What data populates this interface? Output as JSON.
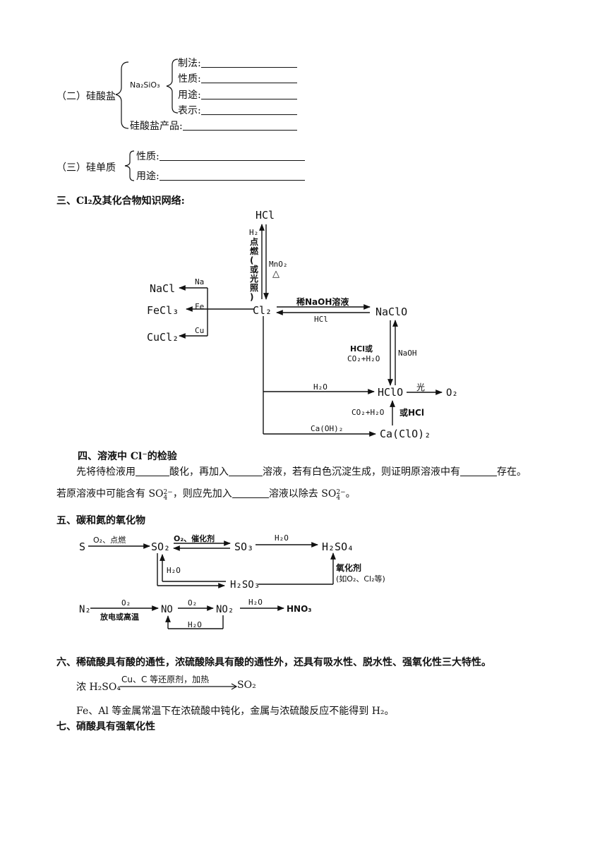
{
  "section2": {
    "heading": "（二）硅酸盐",
    "na2sio3": "Na₂SiO₃",
    "items": [
      "制法:",
      "性质:",
      "用途:",
      "表示:"
    ],
    "product": "硅酸盐产品:"
  },
  "section3": {
    "heading": "（三）硅单质",
    "items": [
      "性质:",
      "用途:"
    ]
  },
  "cl2_heading": "三、Cl₂及其化合物知识网络:",
  "cl2_diagram": {
    "hcl_top": "HCl",
    "h2_cond": "H₂",
    "ignite_cond": [
      "点",
      "燃",
      "(",
      "或",
      "光",
      "照",
      ")"
    ],
    "mno2": "MnO₂",
    "heat": "△",
    "center": "Cl₂",
    "nacl": "NaCl",
    "na": "Na",
    "fecl3": "FeCl₃",
    "fe": "Fe",
    "cucl2": "CuCl₂",
    "cu": "Cu",
    "naoh_dilute": "稀NaOH溶液",
    "hcl_back": "HCl",
    "naclo": "NaClO",
    "hcl_or": "HCl或",
    "co2_h2o": "CO₂+H₂O",
    "naoh": "NaOH",
    "h2o": "H₂O",
    "hclo": "HClO",
    "light": "光",
    "o2": "O₂",
    "co2_h2o_2": "CO₂+H₂O",
    "or_hcl": "或HCl",
    "caoh2": "Ca(OH)₂",
    "caclo2": "Ca(ClO)₂"
  },
  "section4": {
    "heading": "四、溶液中 Cl⁻的检验",
    "p1a": "先将待检液用",
    "p1b": "酸化，再加入",
    "p1c": "溶液，若有白色沉淀生成，则证明原溶液中有",
    "p1d": "存在。",
    "p2a": "若原溶液中可能含有 SO",
    "p2b": "，则应先加入",
    "p2c": "溶液以除去 SO",
    "p2d": "。"
  },
  "section5": {
    "heading": "五、碳和氮的氧化物",
    "s": "S",
    "o2_ignite": "O₂、点燃",
    "so2": "SO₂",
    "o2_cat": "O₂、催化剂",
    "so3": "SO₃",
    "h2o_a": "H₂O",
    "h2so4": "H₂SO₄",
    "h2o_b": "H₂O",
    "h2so3": "H₂SO₃",
    "oxidant": "氧化剂",
    "oxidant_eg": "(如O₂、Cl₂等)",
    "n2": "N₂",
    "o2_n": "O₂",
    "discharge": "放电或高温",
    "no": "NO",
    "o2_no": "O₂",
    "no2": "NO₂",
    "h2o_no2": "H₂O",
    "hno3": "HNO₃",
    "h2o_back": "H₂O"
  },
  "section6": {
    "heading": "六、稀硫酸具有酸的通性，浓硫酸除具有酸的通性外，还具有吸水性、脱水性、强氧化性三大特性。",
    "eq_left": "浓 H₂SO₄",
    "eq_cond": "Cu、C 等还原剂，加热",
    "eq_right": "SO₂",
    "note": "Fe、Al 等金属常温下在浓硫酸中钝化，金属与浓硫酸反应不能得到 H₂。"
  },
  "section7": {
    "heading": "七、硝酸具有强氧化性"
  }
}
